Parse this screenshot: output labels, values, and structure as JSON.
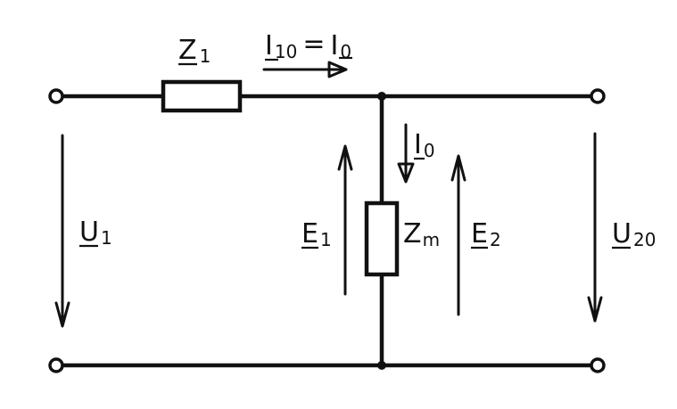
{
  "labels": {
    "z1": {
      "main": "Z",
      "sub": "1"
    },
    "i10": {
      "main": "I",
      "sub": "10",
      "eq": "=",
      "rhs_main": "I",
      "rhs_sub": "0"
    },
    "i0": {
      "main": "I",
      "sub": "0"
    },
    "u1": {
      "main": "U",
      "sub": "1"
    },
    "e1": {
      "main": "E",
      "sub": "1"
    },
    "zm": {
      "main": "Z",
      "sub": "m"
    },
    "e2": {
      "main": "E",
      "sub": "2"
    },
    "u20": {
      "main": "U",
      "sub": "20"
    }
  }
}
